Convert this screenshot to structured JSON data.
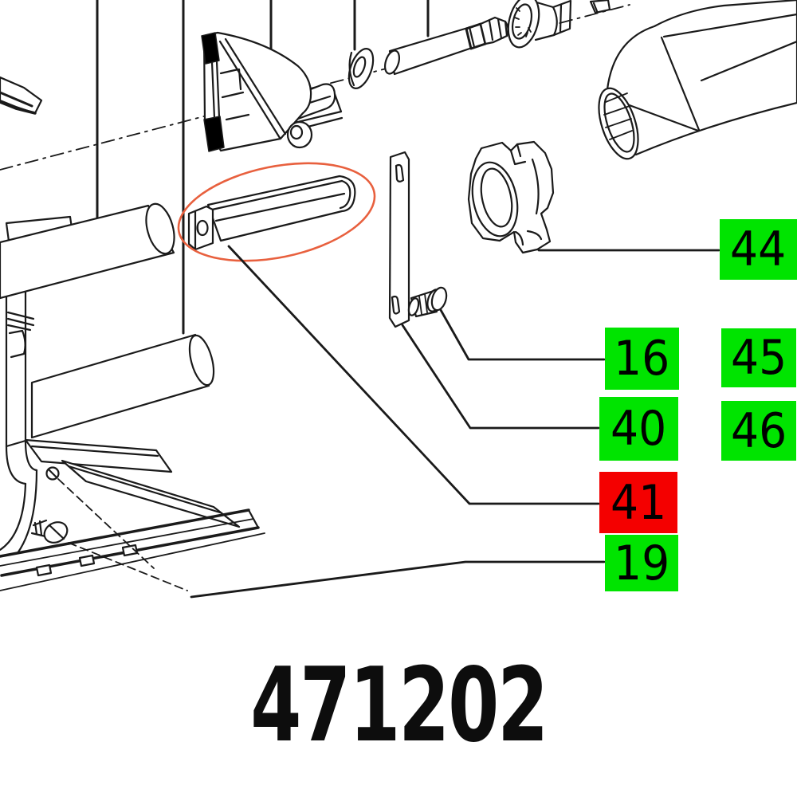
{
  "page": {
    "background": "#ffffff"
  },
  "diagram": {
    "part_number": "471202",
    "line_color": "#1a1a1a",
    "highlight_ellipse_color": "#e8603e",
    "callout_green": "#00e400",
    "callout_red": "#f40000",
    "callouts": [
      {
        "number": "44",
        "background": "#00e400",
        "highlighted": false
      },
      {
        "number": "16",
        "background": "#00e400",
        "highlighted": false
      },
      {
        "number": "45",
        "background": "#00e400",
        "highlighted": false
      },
      {
        "number": "40",
        "background": "#00e400",
        "highlighted": false
      },
      {
        "number": "46",
        "background": "#00e400",
        "highlighted": false
      },
      {
        "number": "41",
        "background": "#f40000",
        "highlighted": true
      },
      {
        "number": "19",
        "background": "#00e400",
        "highlighted": false
      }
    ]
  }
}
